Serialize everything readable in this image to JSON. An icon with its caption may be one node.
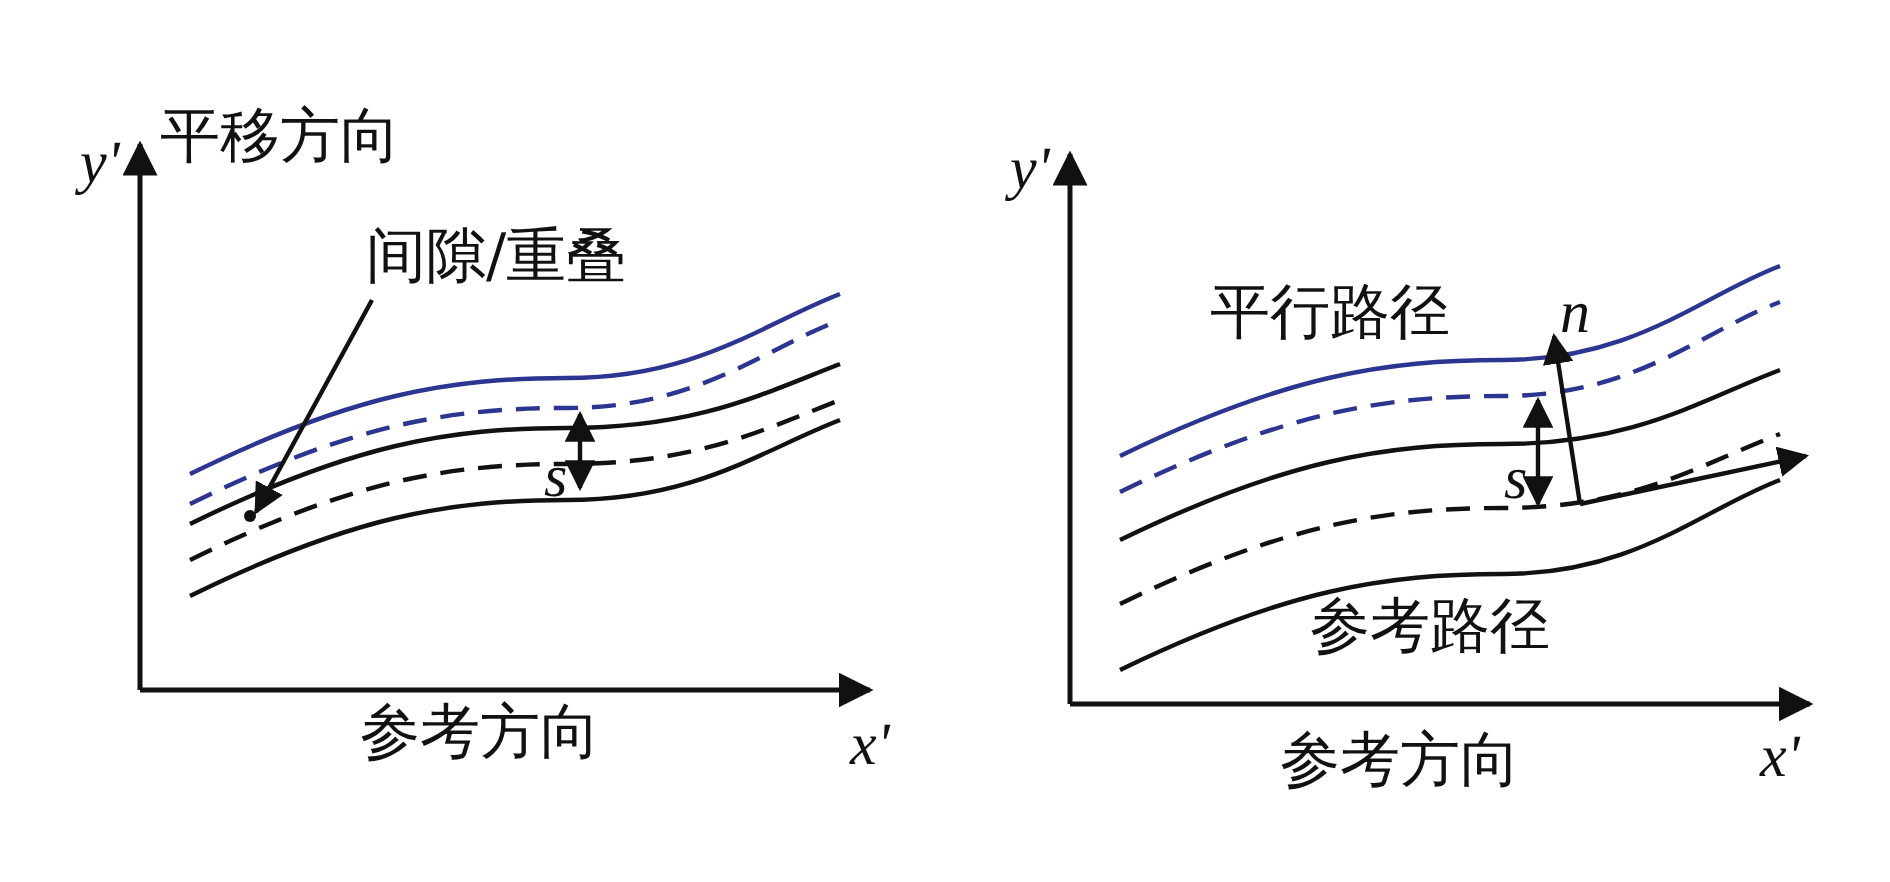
{
  "diagram": {
    "nodes": [
      {
        "text": [
          "间隙/重叠"
        ]
      },
      {
        "text": [],
        "shape": "circle"
      }
    ],
    "edges": [
      {
        "from": 0,
        "to": 1,
        "arrow": "to"
      }
    ],
    "labels": [
      "y'",
      "平移方向",
      "s",
      "参考方向",
      "x'",
      "y'",
      "平行路径",
      "n",
      "s",
      "参考路径",
      "参考方向",
      "x'"
    ]
  }
}
